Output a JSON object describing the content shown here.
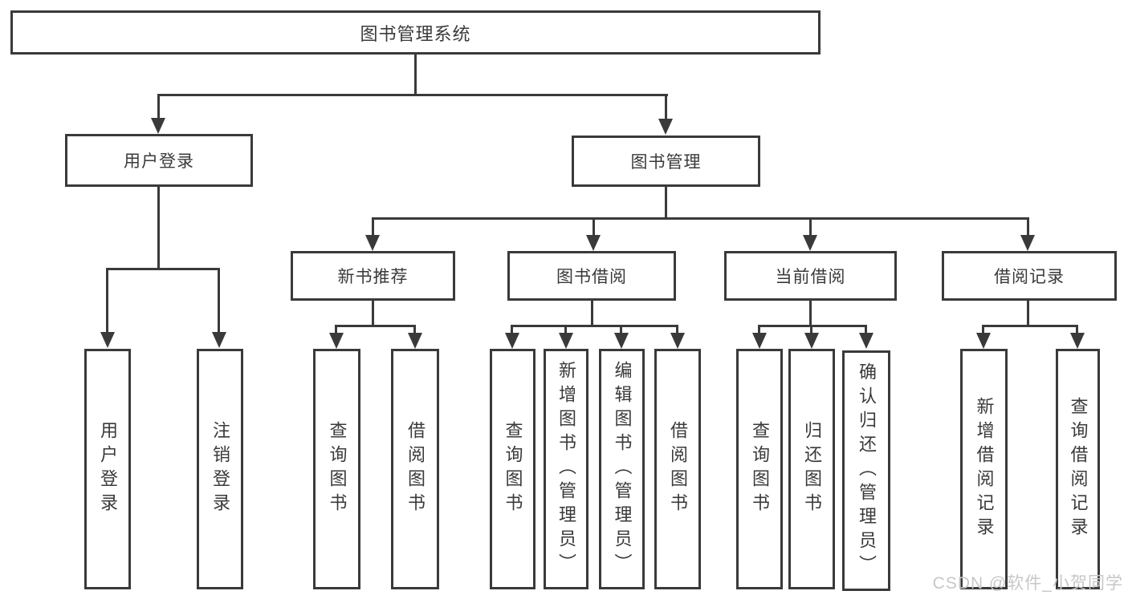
{
  "diagram_title": "图书管理系统",
  "nodes": {
    "root": {
      "label": "图书管理系统"
    },
    "user_login": {
      "label": "用户登录"
    },
    "book_mgmt": {
      "label": "图书管理"
    },
    "new_book_rec": {
      "label": "新书推荐"
    },
    "book_borrow": {
      "label": "图书借阅"
    },
    "current_borrow": {
      "label": "当前借阅"
    },
    "borrow_record": {
      "label": "借阅记录"
    }
  },
  "leaves": [
    {
      "parent": "用户登录",
      "label": "用户登录"
    },
    {
      "parent": "用户登录",
      "label": "注销登录"
    },
    {
      "parent": "新书推荐",
      "label": "查询图书"
    },
    {
      "parent": "新书推荐",
      "label": "借阅图书"
    },
    {
      "parent": "图书借阅",
      "label": "查询图书"
    },
    {
      "parent": "图书借阅",
      "label": "新增图书（管理员）"
    },
    {
      "parent": "图书借阅",
      "label": "编辑图书（管理员）"
    },
    {
      "parent": "图书借阅",
      "label": "借阅图书"
    },
    {
      "parent": "当前借阅",
      "label": "查询图书"
    },
    {
      "parent": "当前借阅",
      "label": "归还图书"
    },
    {
      "parent": "当前借阅",
      "label": "确认归还（管理员）"
    },
    {
      "parent": "借阅记录",
      "label": "新增借阅记录"
    },
    {
      "parent": "借阅记录",
      "label": "查询借阅记录"
    }
  ],
  "watermark": "CSDN @软件_小贺同学",
  "colors": {
    "line": "#3a3a3a",
    "text": "#3a3a3a",
    "box_bg": "#ffffff",
    "page_bg": "#ffffff",
    "watermark": "#c7c7c7"
  }
}
